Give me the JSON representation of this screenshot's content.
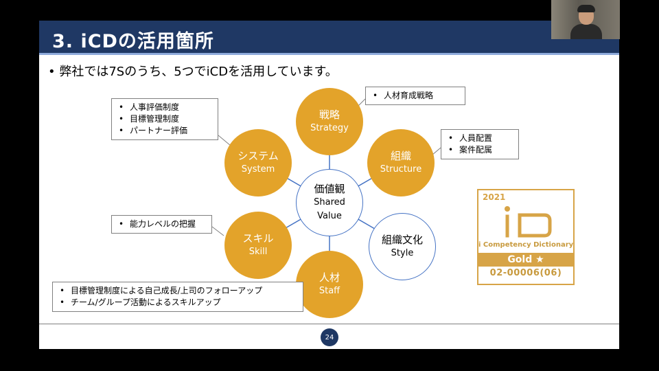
{
  "slide": {
    "title": "3. iCDの活用箇所",
    "main_bullet": "• 弊社では7Sのうち、5つでiCDを活用しています。",
    "page_number": "24"
  },
  "circles": {
    "strategy": {
      "jp": "戦略",
      "en": "Strategy"
    },
    "structure": {
      "jp": "組織",
      "en": "Structure"
    },
    "style": {
      "jp": "組織文化",
      "en": "Style"
    },
    "staff": {
      "jp": "人材",
      "en": "Staff"
    },
    "skill": {
      "jp": "スキル",
      "en": "Skill"
    },
    "system": {
      "jp": "システム",
      "en": "System"
    },
    "shared": {
      "jp": "価値観",
      "en1": "Shared",
      "en2": "Value"
    }
  },
  "callouts": {
    "system": [
      "人事評価制度",
      "目標管理制度",
      "パートナー評価"
    ],
    "strategy": [
      "人材育成戦略"
    ],
    "structure": [
      "人員配置",
      "案件配属"
    ],
    "skill": [
      "能力レベルの把握"
    ],
    "staff": [
      "目標管理制度による自己成長/上司のフォローアップ",
      "チーム/グループ活動によるスキルアップ"
    ]
  },
  "badge": {
    "year": "2021",
    "dictionary": "i Competency Dictionary",
    "grade": "Gold ★",
    "code": "02-00006(06)"
  },
  "colors": {
    "title_bar": "#1f3864",
    "circle_gold": "#e3a32a",
    "circle_border": "#4472c4",
    "badge_gold": "#d7a447"
  }
}
